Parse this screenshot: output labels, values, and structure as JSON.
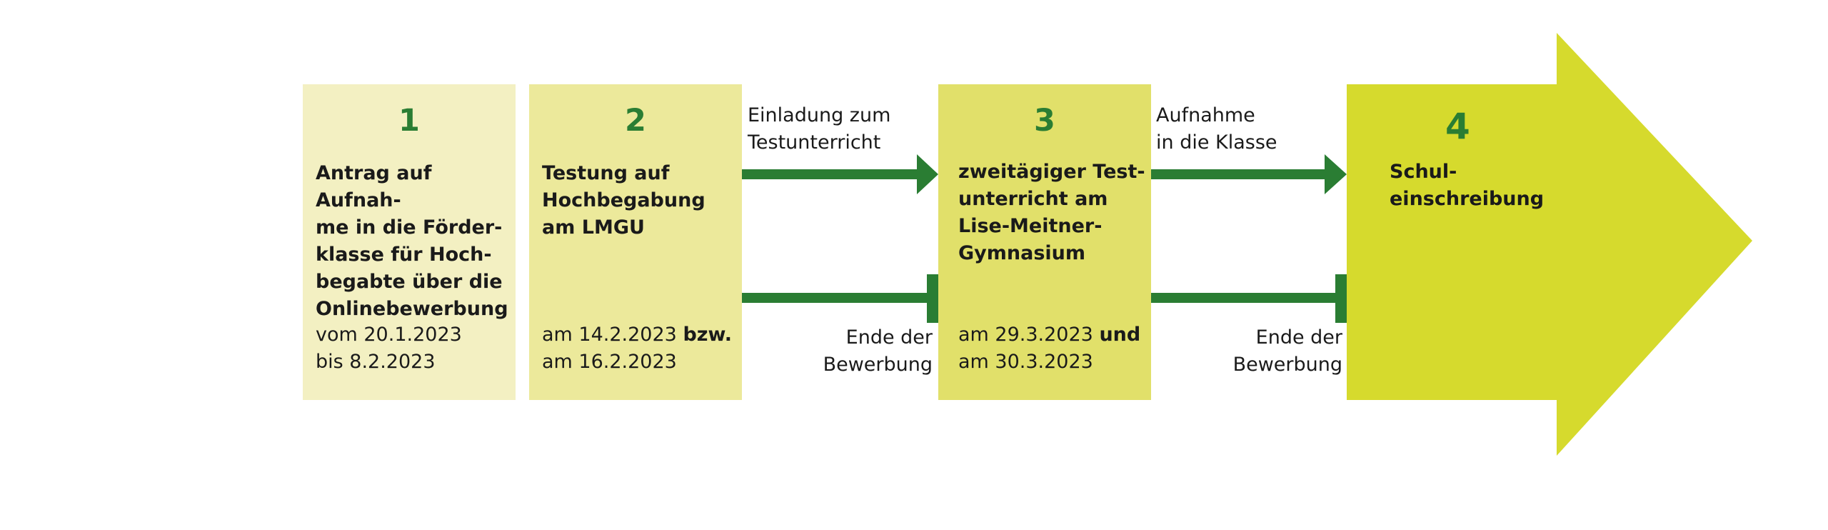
{
  "colors": {
    "step1_fill": "#f3f0c2",
    "step2_fill": "#ece99b",
    "step3_fill": "#e1e06a",
    "step4_fill": "#d6da2d",
    "connector": "#2a7d33",
    "number": "#2a7d33"
  },
  "steps": [
    {
      "number": "1",
      "title": "Antrag auf Aufnah-\nme in die Förder-\nklasse für Hoch-\nbegabte über die\nOnlinebewerbung",
      "date_line1": "vom 20.1.2023",
      "date_line2": "bis 8.2.2023"
    },
    {
      "number": "2",
      "title": "Testung auf\nHochbegabung\nam LMGU",
      "date_line1_start": "am 14.2.2023 ",
      "date_line1_bold": "bzw.",
      "date_line2": "am 16.2.2023"
    },
    {
      "number": "3",
      "title": "zweitägiger Test-\nunterricht am\nLise-Meitner-\nGymnasium",
      "date_line1_start": "am 29.3.2023 ",
      "date_line1_bold": "und",
      "date_line2": "am 30.3.2023"
    },
    {
      "number": "4",
      "title": "Schul-\neinschreibung"
    }
  ],
  "connectors": {
    "invite_label": "Einladung zum\nTestunterricht",
    "admit_label": "Aufnahme\nin die Klasse",
    "end_label_1": "Ende der\nBewerbung",
    "end_label_2": "Ende der\nBewerbung"
  },
  "icons": {
    "arrow_invite": "right-arrow-icon",
    "arrow_admit": "right-arrow-icon",
    "stop_1": "stop-bar-icon",
    "stop_2": "stop-bar-icon"
  }
}
